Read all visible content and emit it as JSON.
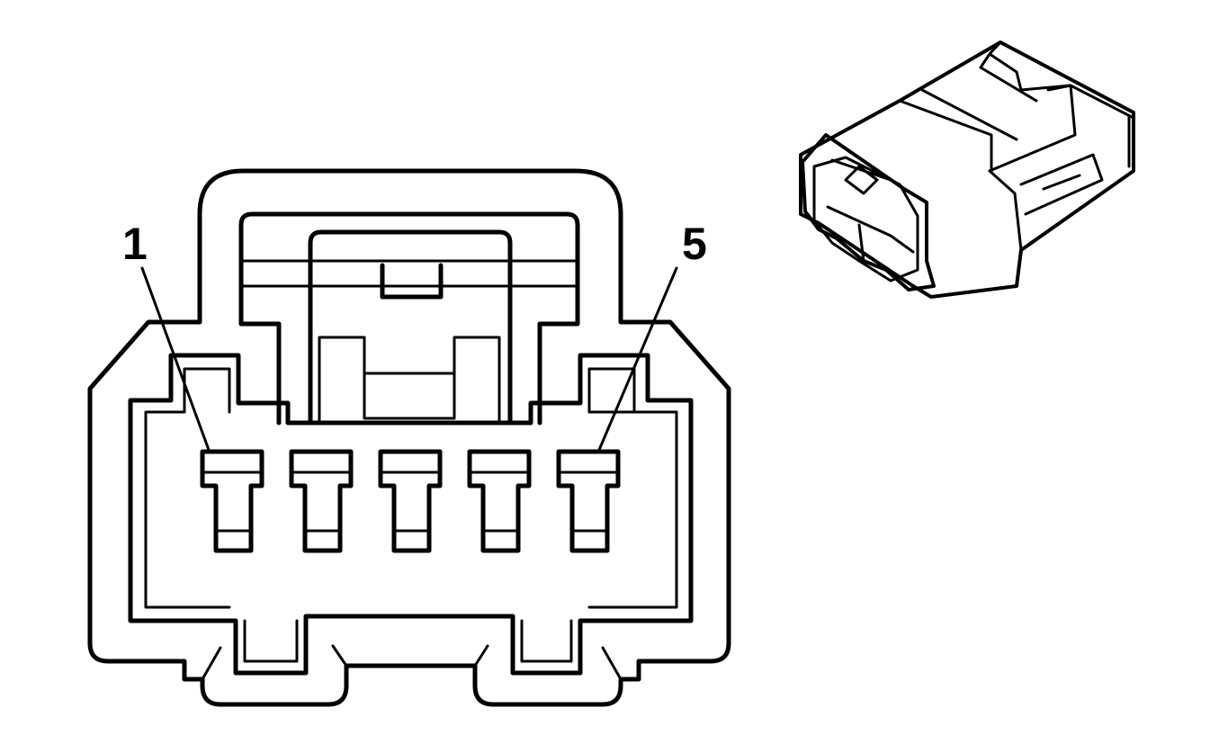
{
  "diagram": {
    "type": "connector-face-view",
    "pin_labels": {
      "first": "1",
      "last": "5"
    },
    "terminal_count": 5,
    "colors": {
      "line": "#000000",
      "background": "#ffffff"
    }
  }
}
